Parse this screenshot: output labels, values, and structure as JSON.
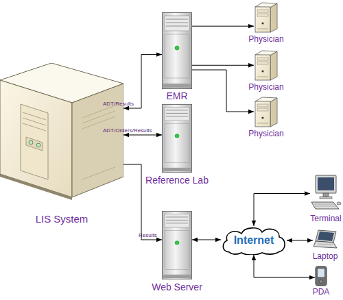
{
  "diagram": {
    "nodes": [
      {
        "text": [
          "LIS System"
        ]
      },
      {
        "text": [
          "EMR"
        ]
      },
      {
        "text": [
          "Reference Lab"
        ]
      },
      {
        "text": [
          "Web Server"
        ]
      },
      {
        "text": [
          "Physician"
        ]
      },
      {
        "text": [
          "Physician"
        ]
      },
      {
        "text": [
          "Physician"
        ]
      },
      {
        "text": [
          "Internet"
        ]
      },
      {
        "text": [
          "Terminal"
        ]
      },
      {
        "text": [
          "Laptop"
        ]
      },
      {
        "text": [
          "PDA"
        ]
      }
    ],
    "edges": [
      {
        "from": 0,
        "to": 1,
        "label": "ADT/Results",
        "arrow": "both"
      },
      {
        "from": 0,
        "to": 2,
        "label": "ADT/Orders/Results",
        "arrow": "both"
      },
      {
        "from": 0,
        "to": 3,
        "label": "Results",
        "arrow": "to"
      },
      {
        "from": 1,
        "to": 4,
        "arrow": "to"
      },
      {
        "from": 1,
        "to": 5,
        "arrow": "to"
      },
      {
        "from": 1,
        "to": 6,
        "arrow": "to"
      },
      {
        "from": 3,
        "to": 7,
        "arrow": "both"
      },
      {
        "from": 7,
        "to": 8,
        "arrow": "both"
      },
      {
        "from": 7,
        "to": 9,
        "arrow": "both"
      },
      {
        "from": 7,
        "to": 10,
        "arrow": "both"
      }
    ]
  }
}
